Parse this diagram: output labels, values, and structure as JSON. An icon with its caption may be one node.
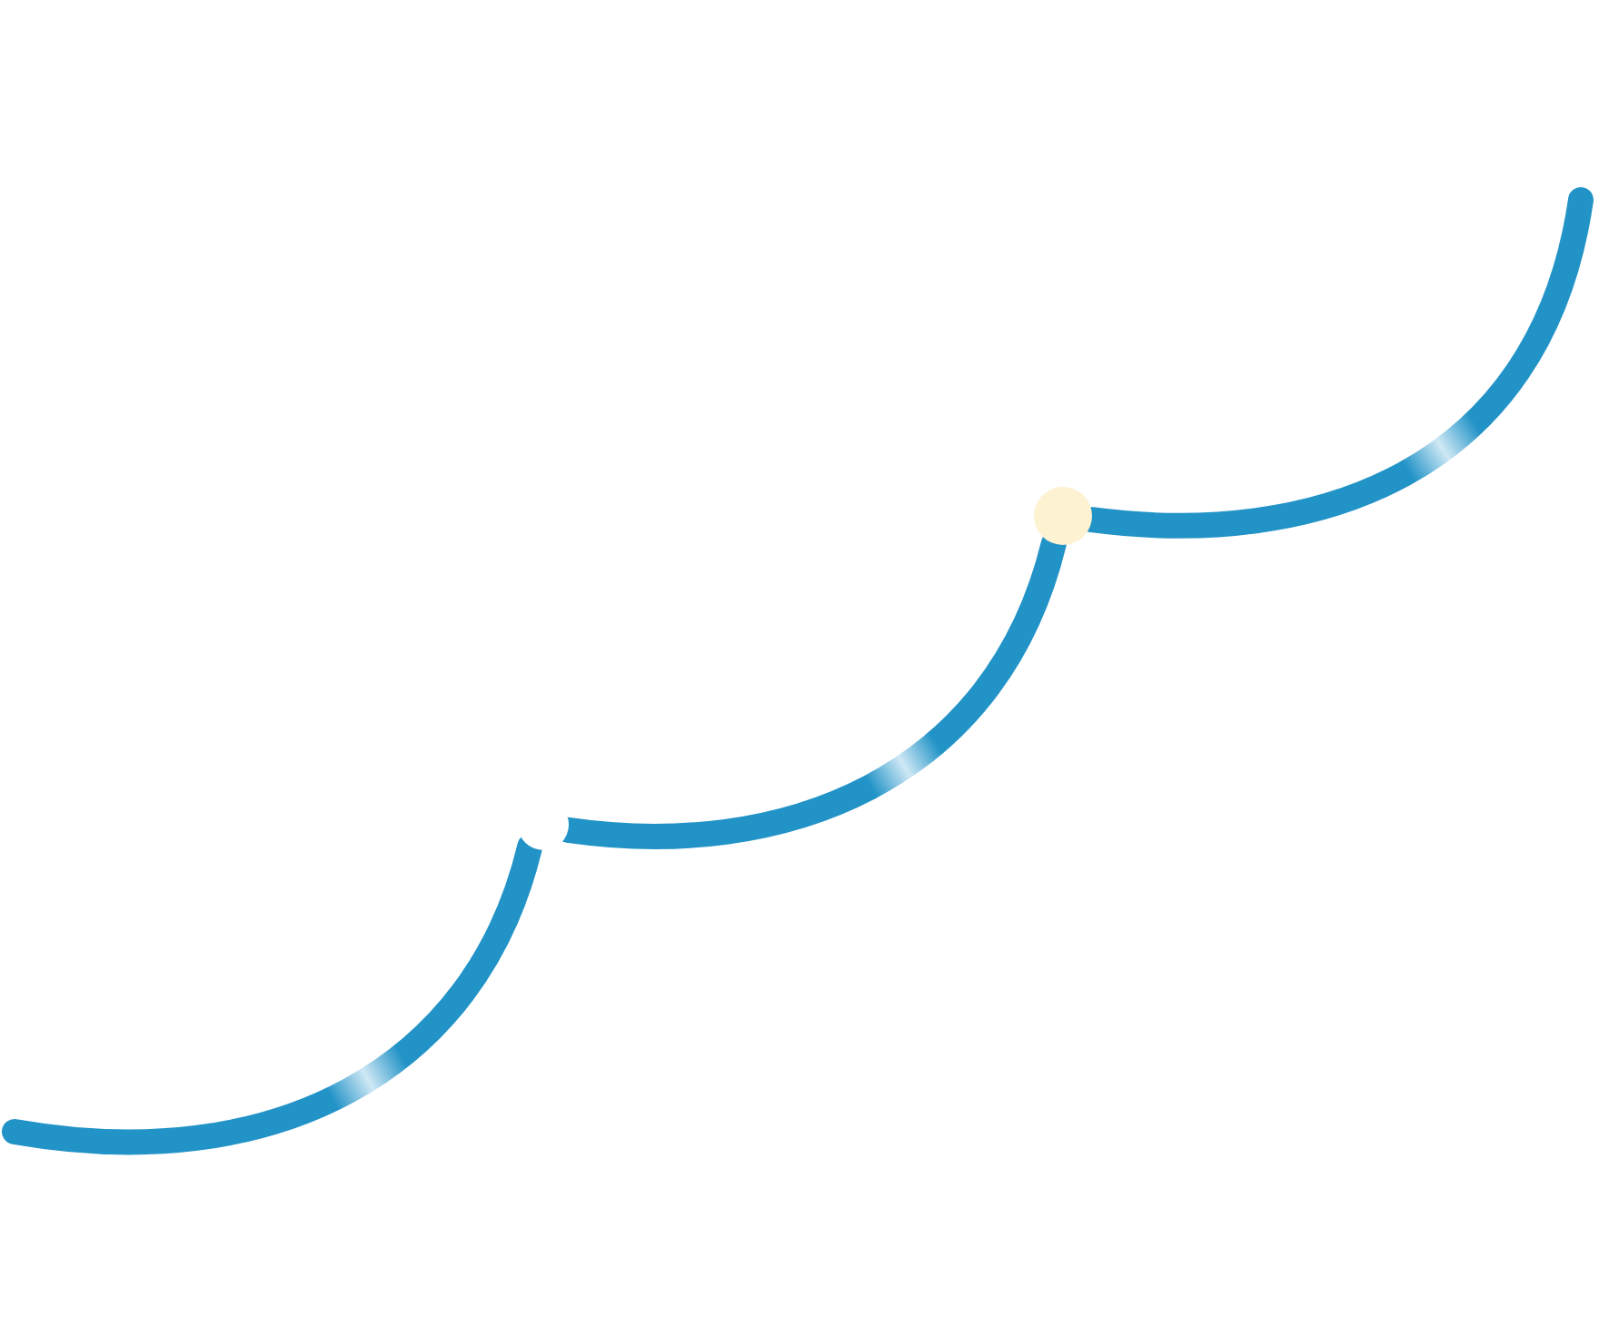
{
  "diagram": {
    "nodes": [
      {
        "text": [],
        "shape": "circle"
      },
      {
        "text": [],
        "shape": "circle"
      }
    ],
    "edges": [
      {
        "from": null,
        "to": 0,
        "arrow": "none"
      },
      {
        "from": 0,
        "to": 1,
        "arrow": "none"
      },
      {
        "from": 1,
        "to": null,
        "arrow": "none"
      }
    ]
  }
}
